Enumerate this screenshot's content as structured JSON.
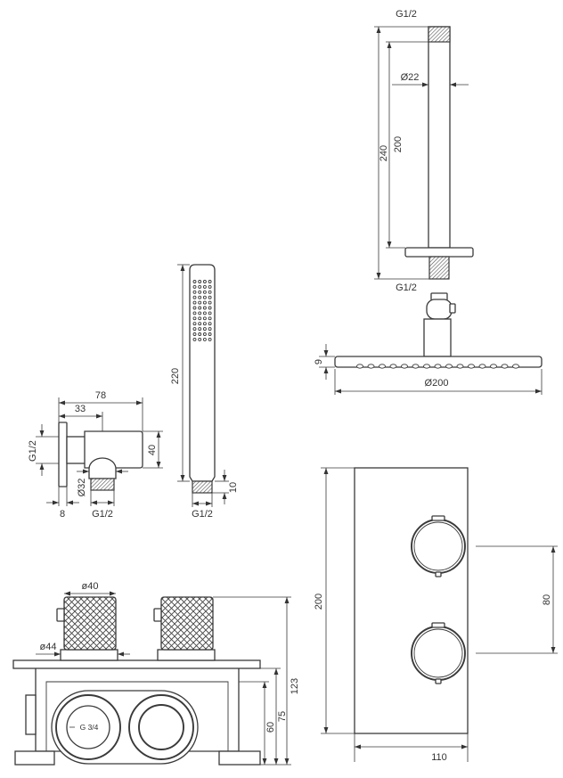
{
  "shower_arm": {
    "thread_top": "G1/2",
    "pipe_diameter": "Ø22",
    "length_200": "200",
    "length_240": "240",
    "thread_bottom": "G1/2"
  },
  "shower_head": {
    "thickness": "9",
    "diameter": "Ø200"
  },
  "hand_shower": {
    "length": "220",
    "connector": "10",
    "thread": "G1/2"
  },
  "wall_outlet": {
    "length_78": "78",
    "length_33": "33",
    "inlet_thread": "G1/2",
    "height": "40",
    "outlet_diameter": "Ø32",
    "plate": "8",
    "outlet_thread": "G1/2"
  },
  "valve_body": {
    "knob_diameter": "ø40",
    "rosette_diameter": "ø44",
    "inlet_thread": "G 3/4",
    "depth_123": "123",
    "depth_75": "75",
    "depth_60": "60"
  },
  "cover_plate": {
    "height": "200",
    "knob_spacing": "80",
    "width": "110"
  }
}
